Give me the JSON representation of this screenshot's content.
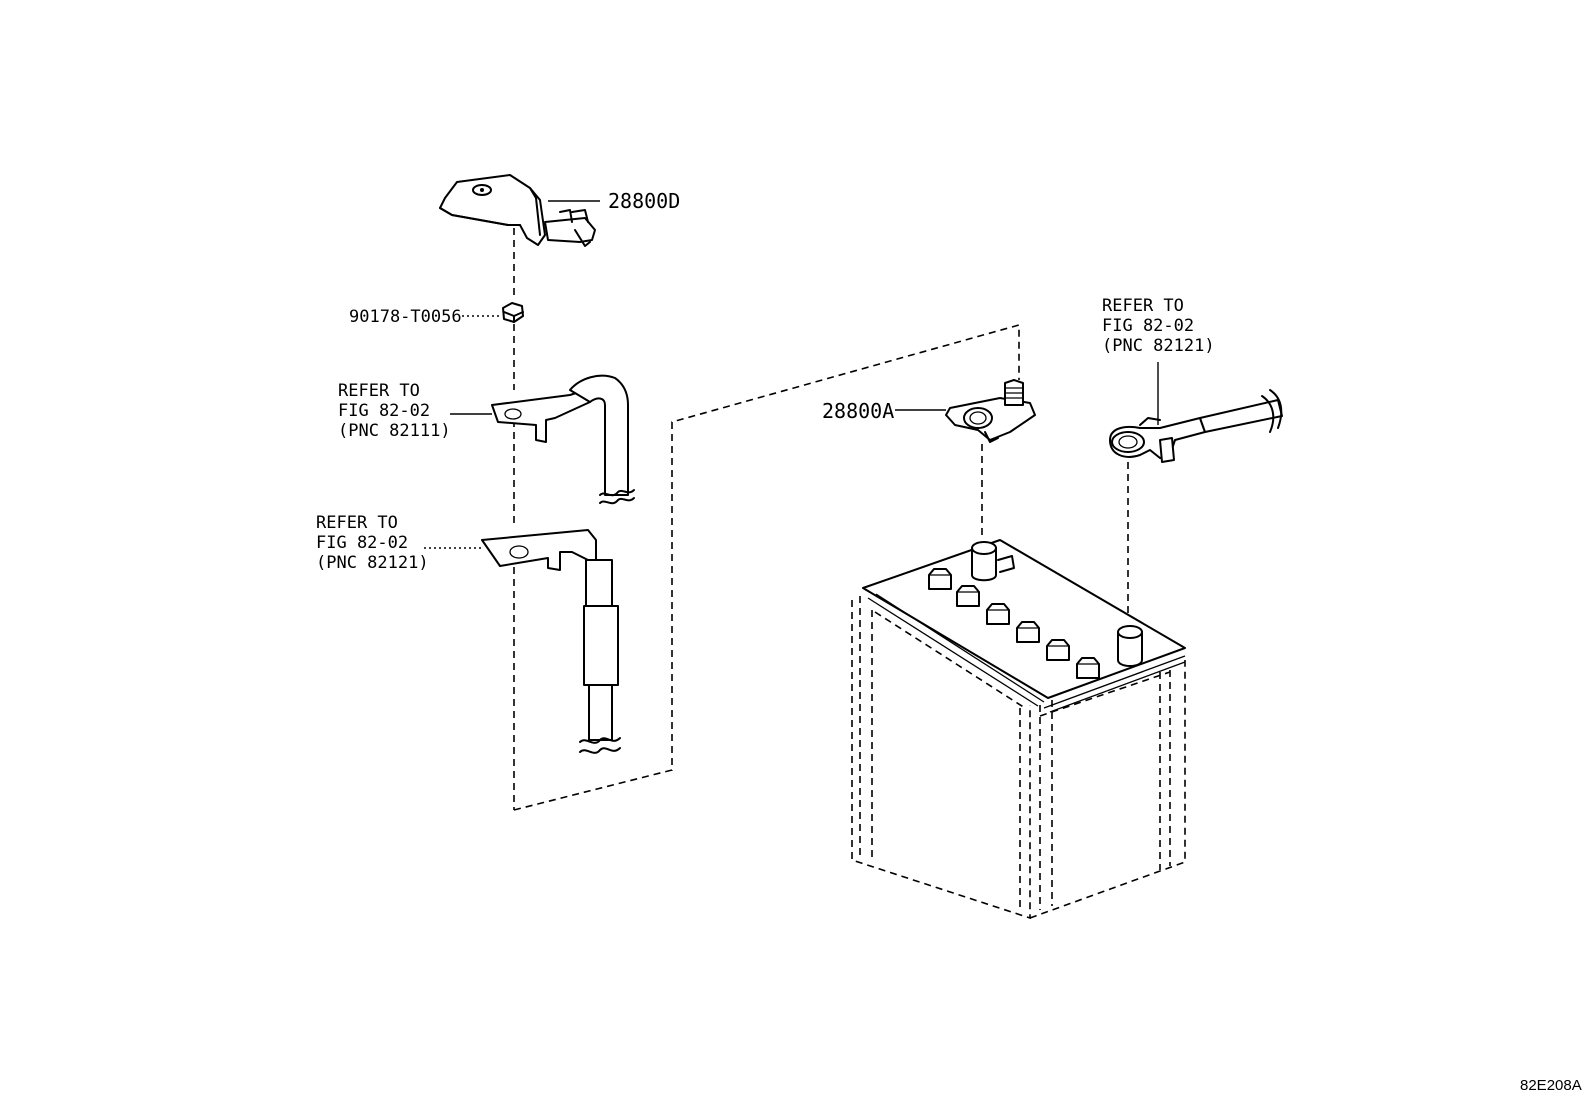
{
  "labels": {
    "cover_part": "28800D",
    "nut_part": "90178-T0056",
    "terminal_part": "28800A",
    "ref_upper_cable": {
      "line1": "REFER TO",
      "line2": "FIG 82-02",
      "line3": "(PNC 82111)"
    },
    "ref_lower_cable": {
      "line1": "REFER TO",
      "line2": "FIG 82-02",
      "line3": "(PNC 82121)"
    },
    "ref_right_cable": {
      "line1": "REFER TO",
      "line2": "FIG 82-02",
      "line3": "(PNC 82121)"
    },
    "figure_code": "82E208A"
  }
}
